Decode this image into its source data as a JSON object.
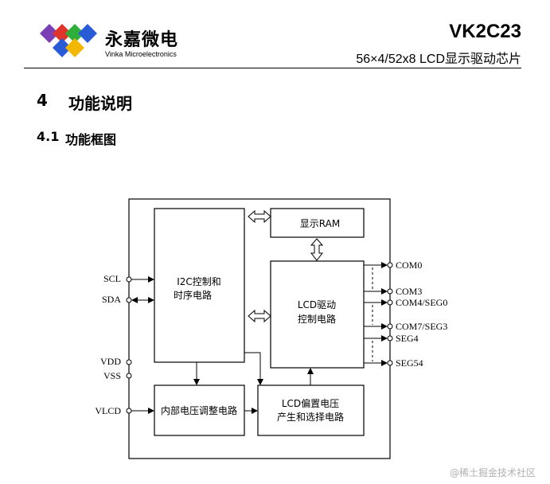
{
  "header": {
    "company_cn": "永嘉微电",
    "company_en": "Vinka Microelectronics",
    "model": "VK2C23",
    "subtitle": "56×4/52x8 LCD显示驱动芯片"
  },
  "section": {
    "number": "4",
    "title": "功能说明"
  },
  "subsection": {
    "number": "4.1",
    "title": "功能框图"
  },
  "diagram": {
    "blocks": {
      "i2c_line1": "I2C控制和",
      "i2c_line2": "时序电路",
      "ram": "显示RAM",
      "lcd_driver_line1": "LCD驱动",
      "lcd_driver_line2": "控制电路",
      "vreg": "内部电压调整电路",
      "bias_line1": "LCD偏置电压",
      "bias_line2": "产生和选择电路"
    },
    "pins_left": {
      "scl": "SCL",
      "sda": "SDA",
      "vdd": "VDD",
      "vss": "VSS",
      "vlcd": "VLCD"
    },
    "pins_right": {
      "com0": "COM0",
      "com3": "COM3",
      "com4_seg0": "COM4/SEG0",
      "com7_seg3": "COM7/SEG3",
      "seg4": "SEG4",
      "seg54": "SEG54"
    }
  },
  "watermark": "@稀土掘金技术社区",
  "colors": {
    "logo_blue": "#2a5bd7",
    "logo_red": "#e0342b",
    "logo_green": "#2fae3a",
    "logo_yellow": "#f2b705",
    "logo_purple": "#7a3fb5"
  }
}
